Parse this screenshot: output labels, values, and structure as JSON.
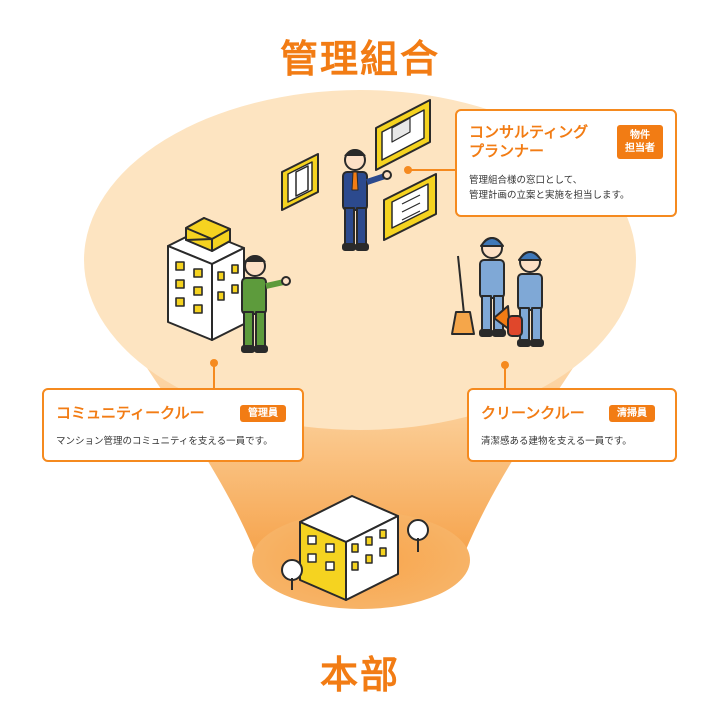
{
  "titles": {
    "top": "管理組合",
    "bottom": "本部"
  },
  "consulting": {
    "title_line1": "コンサルティング",
    "title_line2": "プランナー",
    "badge_line1": "物件",
    "badge_line2": "担当者",
    "desc_line1": "管理組合様の窓口として、",
    "desc_line2": "管理計画の立案と実施を担当します。"
  },
  "community": {
    "title": "コミュニティークルー",
    "badge": "管理員",
    "desc": "マンション管理のコミュニティを支える一員です。"
  },
  "clean": {
    "title": "クリーンクルー",
    "badge": "清掃員",
    "desc": "清潔感ある建物を支える一員です。"
  },
  "colors": {
    "accent": "#f27c14",
    "cone_top": "#fde4c1",
    "cone_base": "#f8a24a",
    "building_yellow": "#f5d320"
  }
}
